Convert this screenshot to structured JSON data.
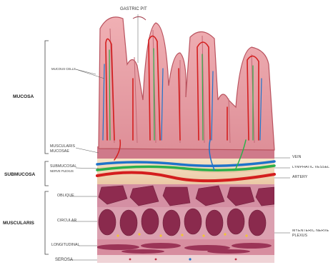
{
  "labels": {
    "gastric_pit": "GASTRIC PIT",
    "mucous_cells": "MUCOUS CELLS",
    "mucosa": "MUCOSA",
    "muscularis_mucosae_1": "MUSCULARIS",
    "muscularis_mucosae_2": "MUCOSAE",
    "submucosa": "SUBMUCOSA",
    "submucosal_1": "SUBMUCOSAL",
    "submucosal_2": "NERVE PLEXUS",
    "muscularis": "MUSCULARIS",
    "oblique": "OBLIQUE",
    "circular": "CIRCULAR",
    "longitudinal": "LONGITUDINAL",
    "serosa": "SEROSA",
    "vein": "VEIN",
    "lymphatic_vessel": "LYMPHATIC VESSEL",
    "artery": "ARTERY",
    "myenteric_1": "MYENTERIC NERVE",
    "myenteric_2": "PLEXUS"
  },
  "colors": {
    "mucosa_pink": "#e69aa0",
    "mucosa_dark": "#b9525e",
    "submucosa": "#f3d9b8",
    "muscle_dark": "#8c2a4e",
    "muscle_light": "#d38da2",
    "artery": "#d41e1e",
    "vein": "#1f73c9",
    "lymph": "#2bb04a",
    "nerve": "#f2c531"
  }
}
